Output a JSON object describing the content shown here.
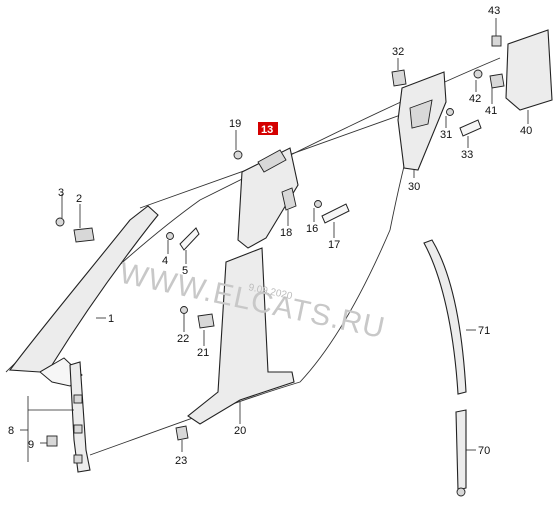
{
  "watermark": {
    "main": "WWW.ELCATS.RU",
    "date": "9.09.2020"
  },
  "highlight_color": "#d40000",
  "labels": {
    "p1": "1",
    "p2": "2",
    "p3": "3",
    "p4": "4",
    "p5": "5",
    "p8": "8",
    "p9": "9",
    "p13": "13",
    "p16": "16",
    "p17": "17",
    "p18": "18",
    "p19": "19",
    "p20": "20",
    "p21": "21",
    "p22": "22",
    "p23": "23",
    "p30": "30",
    "p31": "31",
    "p32": "32",
    "p33": "33",
    "p40": "40",
    "p41": "41",
    "p42": "42",
    "p43": "43",
    "p70": "70",
    "p71": "71"
  }
}
